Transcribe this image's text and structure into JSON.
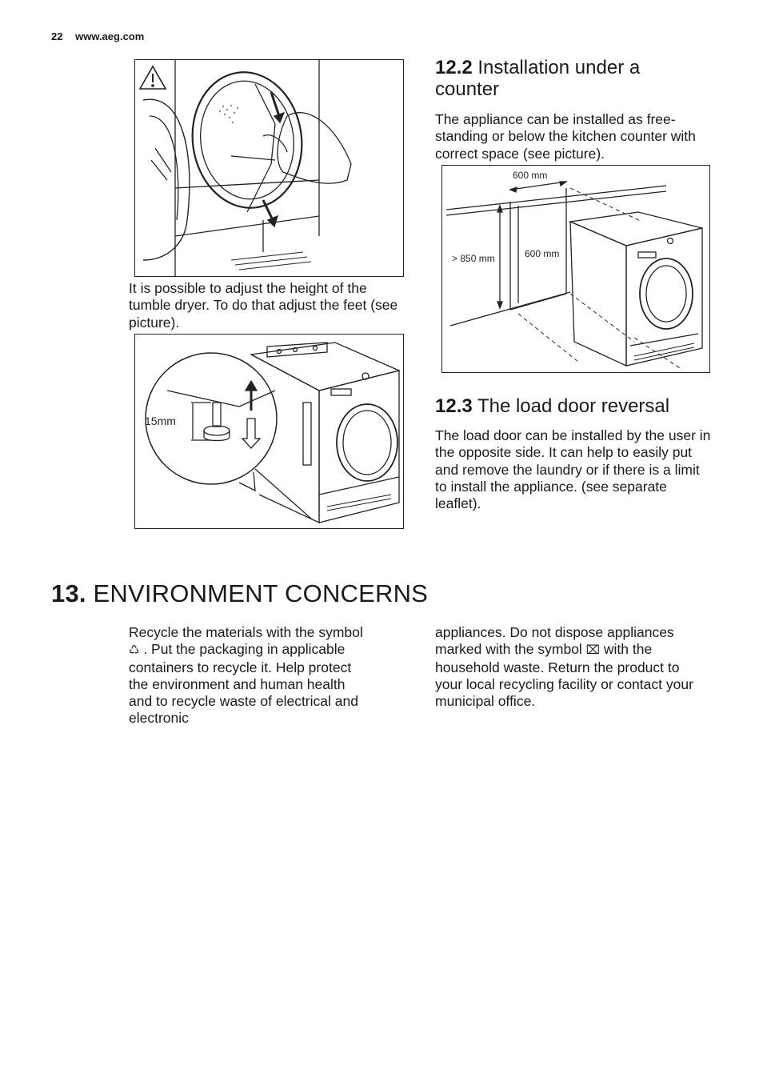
{
  "header": {
    "page_number": "22",
    "site": "www.aeg.com"
  },
  "left": {
    "feet_text": "It is possible to adjust the height of the tumble dryer. To do that adjust the feet (see picture).",
    "feet_figure": {
      "height_label": "15mm"
    }
  },
  "section_12_2": {
    "number": "12.2",
    "title": "Installation under a counter",
    "text": "The appliance can be installed as free-standing or below the kitchen counter with correct space (see picture).",
    "figure": {
      "width_top": "600 mm",
      "height_label": "> 850 mm",
      "depth_label": "600 mm"
    }
  },
  "section_12_3": {
    "number": "12.3",
    "title": "The load door reversal",
    "text": "The load door can be installed by the user in the opposite side. It can help to easily put and remove the laundry or if there is a limit to install the appliance. (see separate leaflet)."
  },
  "section_13": {
    "number": "13.",
    "title": "ENVIRONMENT CONCERNS",
    "col1_a": "Recycle the materials with the symbol",
    "recycle_symbol": "♺",
    "col1_b": ". Put the packaging in applicable containers to recycle it. Help protect the environment and human health and to recycle waste of electrical and electronic",
    "col2_a": "appliances. Do not dispose appliances marked with the symbol",
    "weee_symbol": "⌧",
    "col2_b": "with the household waste. Return the product to your local recycling facility or contact your municipal office."
  }
}
